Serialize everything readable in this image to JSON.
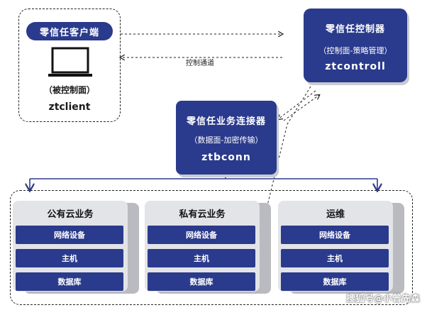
{
  "client": {
    "title": "零信任客户端",
    "subtitle": "（被控制面）",
    "name": "ztclient"
  },
  "controller": {
    "title": "零信任控制器",
    "subtitle": "（控制面-策略管理）",
    "name": "ztcontroll"
  },
  "connector": {
    "title": "零信任业务连接器",
    "subtitle": "（数据面-加密传输）",
    "name": "ztbconn"
  },
  "channel_label": "控制通道",
  "panels": [
    {
      "title": "公有云业务",
      "items": [
        "网络设备",
        "主机",
        "数据库"
      ]
    },
    {
      "title": "私有云业务",
      "items": [
        "网络设备",
        "主机",
        "数据库"
      ]
    },
    {
      "title": "运维",
      "items": [
        "网络设备",
        "主机",
        "数据库"
      ]
    }
  ],
  "watermark": "搜狐号@小曾先森",
  "colors": {
    "accent": "#2a3a8c",
    "panel": "#e3e4e7",
    "panel_shadow": "#b9bbc0"
  }
}
